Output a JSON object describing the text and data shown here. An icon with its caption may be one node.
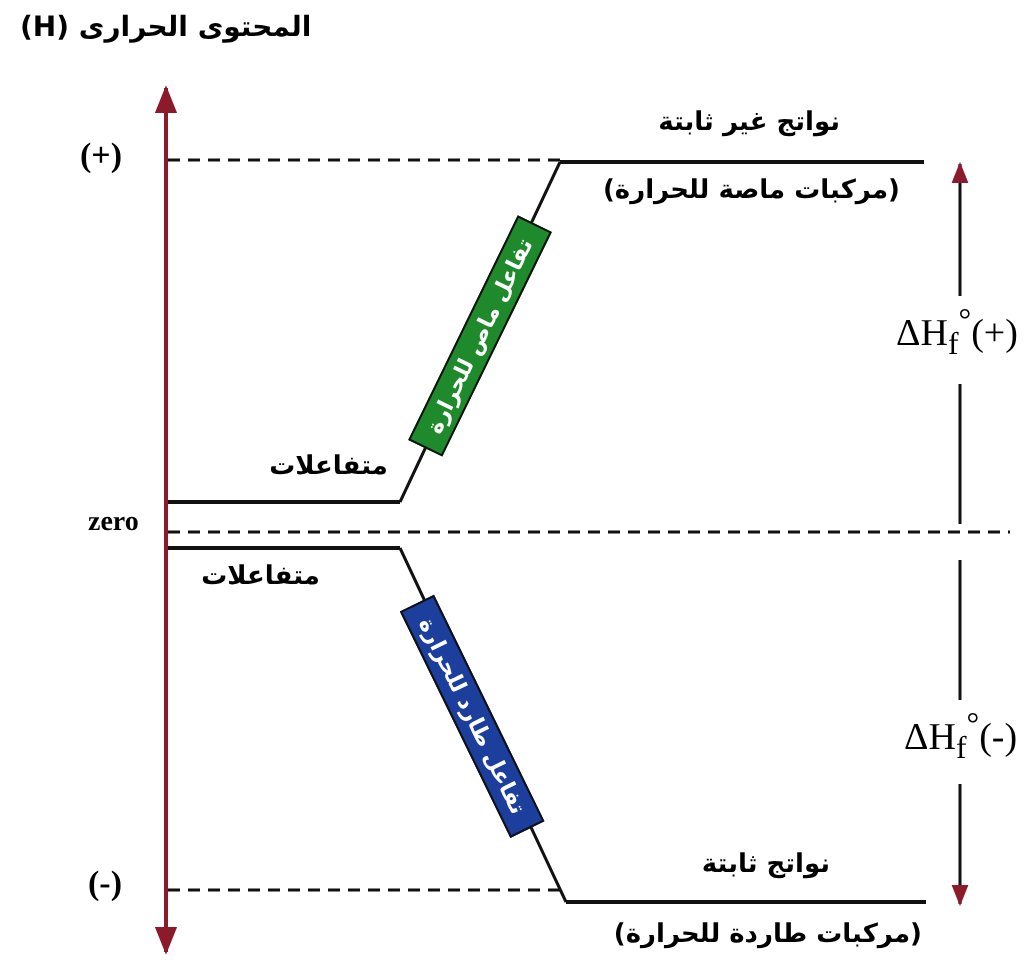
{
  "diagram": {
    "nodes": [
      {
        "text": [
          "متفاعلات"
        ]
      },
      {
        "text": [
          "نواتج غير ثابتة",
          "(مركبات ماصة للحرارة)"
        ]
      },
      {
        "text": [
          "متفاعلات"
        ]
      },
      {
        "text": [
          "نواتج ثابتة",
          "(مركبات طاردة للحرارة)"
        ]
      }
    ],
    "edges": [
      {
        "from": 0,
        "to": 1,
        "arrow": "none",
        "label": "تفاعل ماص للحرارة"
      },
      {
        "from": 2,
        "to": 3,
        "arrow": "none",
        "label": "تفاعل طارد للحرارة"
      }
    ],
    "labels": [
      "المحتوى الحرارى (H)",
      "(+)",
      "ΔH$_{f}$$^{°}$(+)",
      "zero",
      "ΔH$_{f}$$^{°}$(-)",
      "(-)"
    ]
  }
}
